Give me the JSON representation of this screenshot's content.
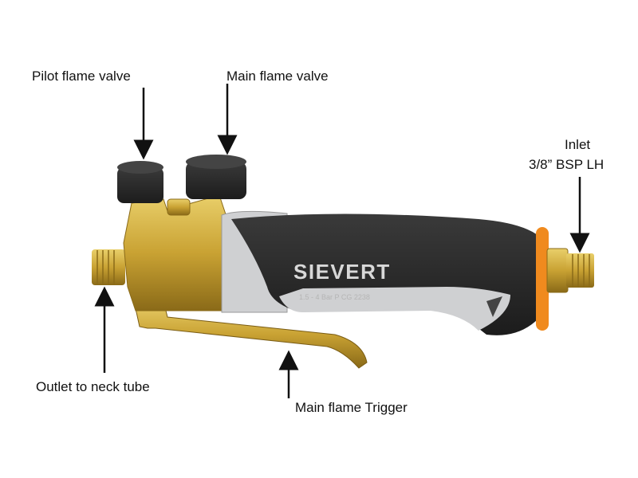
{
  "labels": {
    "pilot_valve": "Pilot flame valve",
    "main_valve": "Main flame valve",
    "inlet_line1": "Inlet",
    "inlet_line2": "3/8” BSP LH",
    "outlet": "Outlet to neck tube",
    "trigger": "Main flame Trigger"
  },
  "product": {
    "brand": "SIEVERT",
    "handle_marking": "1.5 - 4 Bar P  CG 2238"
  },
  "colors": {
    "brass": "#c9a233",
    "handle_black": "#2b2b2b",
    "handle_grey": "#cfd0d2",
    "ring_orange": "#f08a1e"
  }
}
